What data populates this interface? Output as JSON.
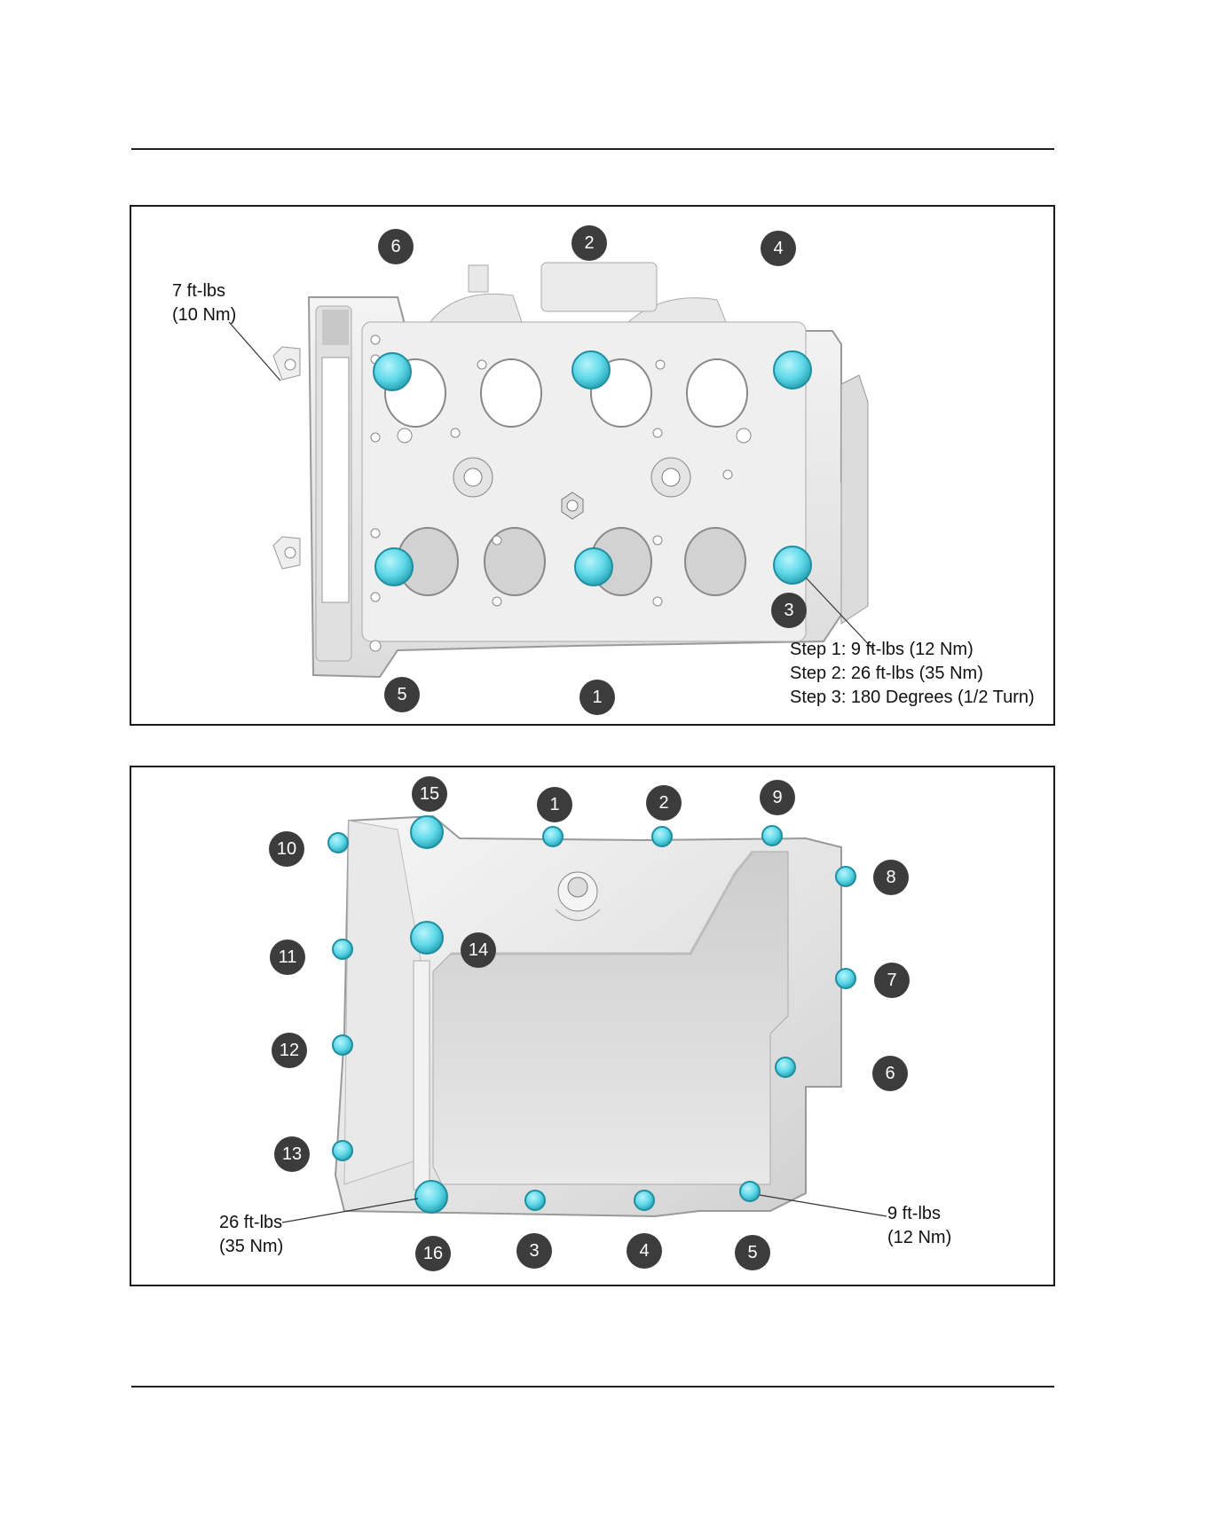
{
  "diagram1": {
    "callout_left": [
      "7 ft-lbs",
      "(10 Nm)"
    ],
    "steps": [
      "Step 1: 9 ft-lbs (12 Nm)",
      "Step 2: 26 ft-lbs (35 Nm)",
      "Step 3: 180 Degrees (1/2 Turn)"
    ],
    "badges": [
      "6",
      "2",
      "4",
      "3",
      "5",
      "1"
    ]
  },
  "diagram2": {
    "callout_left": [
      "26 ft-lbs",
      "(35 Nm)"
    ],
    "callout_right": [
      "9 ft-lbs",
      "(12 Nm)"
    ],
    "badges": [
      "15",
      "1",
      "2",
      "9",
      "10",
      "8",
      "11",
      "14",
      "7",
      "12",
      "6",
      "13",
      "16",
      "3",
      "4",
      "5"
    ]
  },
  "colors": {
    "bolt": "#5ed8e8",
    "badge": "#3c3c3c",
    "casting": "#e6e6e6"
  }
}
